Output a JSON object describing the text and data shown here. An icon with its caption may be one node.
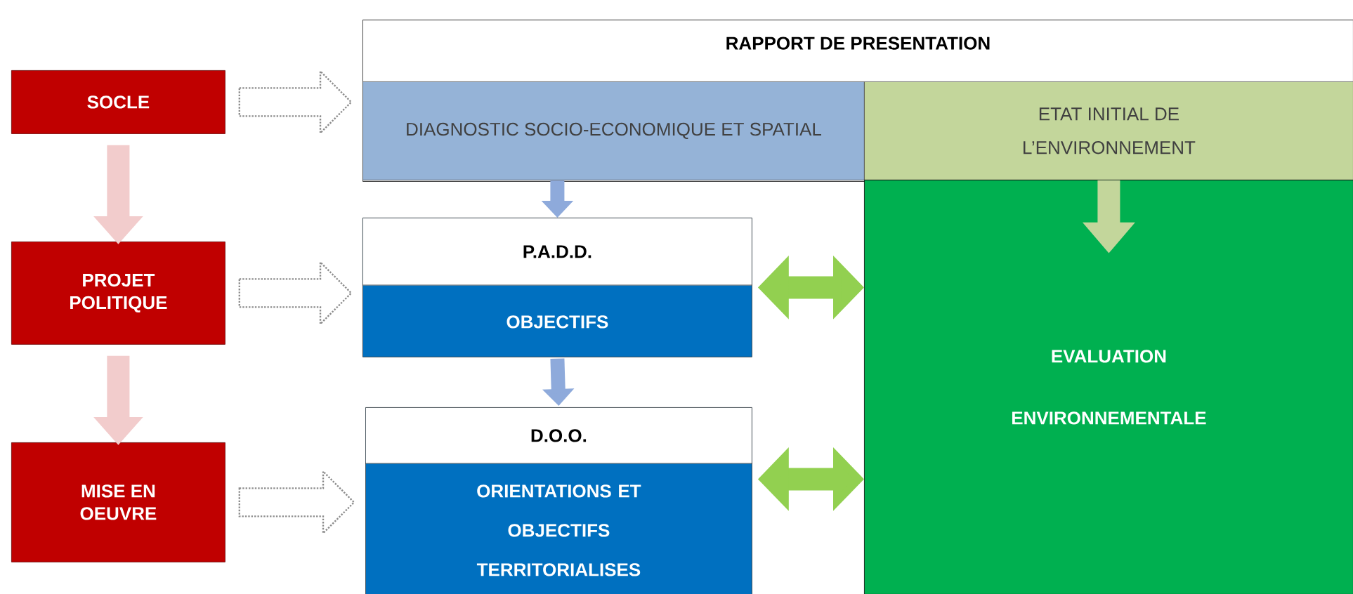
{
  "diagram": {
    "nodes": [
      {
        "text": [
          "SOCLE"
        ]
      },
      {
        "text": [
          "PROJET POLITIQUE"
        ]
      },
      {
        "text": [
          "MISE EN OEUVRE"
        ]
      },
      {
        "text": [
          "RAPPORT DE PRESENTATION"
        ]
      },
      {
        "text": [
          "DIAGNOSTIC SOCIO-ECONOMIQUE ET SPATIAL"
        ],
        "in": 3
      },
      {
        "text": [
          "ETAT INITIAL DE L’ENVIRONNEMENT"
        ],
        "in": 3
      },
      {
        "text": [
          "P.A.D.D.",
          "OBJECTIFS"
        ]
      },
      {
        "text": [
          "D.O.O.",
          "ORIENTATIONS ET OBJECTIFS TERRITORIALISES"
        ]
      },
      {
        "text": [
          "EVALUATION ENVIRONNEMENTALE"
        ]
      }
    ],
    "edges": [
      {
        "from": 0,
        "to": 4,
        "arrow": "to",
        "style": "dashed"
      },
      {
        "from": 1,
        "to": 6,
        "arrow": "to",
        "style": "dashed"
      },
      {
        "from": 2,
        "to": 7,
        "arrow": "to",
        "style": "dashed"
      },
      {
        "from": 0,
        "to": 1,
        "arrow": "to",
        "color": "#f2cccc"
      },
      {
        "from": 1,
        "to": 2,
        "arrow": "to",
        "color": "#f2cccc"
      },
      {
        "from": 4,
        "to": 6,
        "arrow": "to",
        "color": "#8eaadb"
      },
      {
        "from": 6,
        "to": 7,
        "arrow": "to",
        "color": "#8eaadb"
      },
      {
        "from": 5,
        "to": 8,
        "arrow": "to",
        "color": "#c3d69b"
      },
      {
        "from": 6,
        "to": 8,
        "arrow": "both",
        "color": "#92d050"
      },
      {
        "from": 7,
        "to": 8,
        "arrow": "both",
        "color": "#92d050"
      }
    ]
  }
}
